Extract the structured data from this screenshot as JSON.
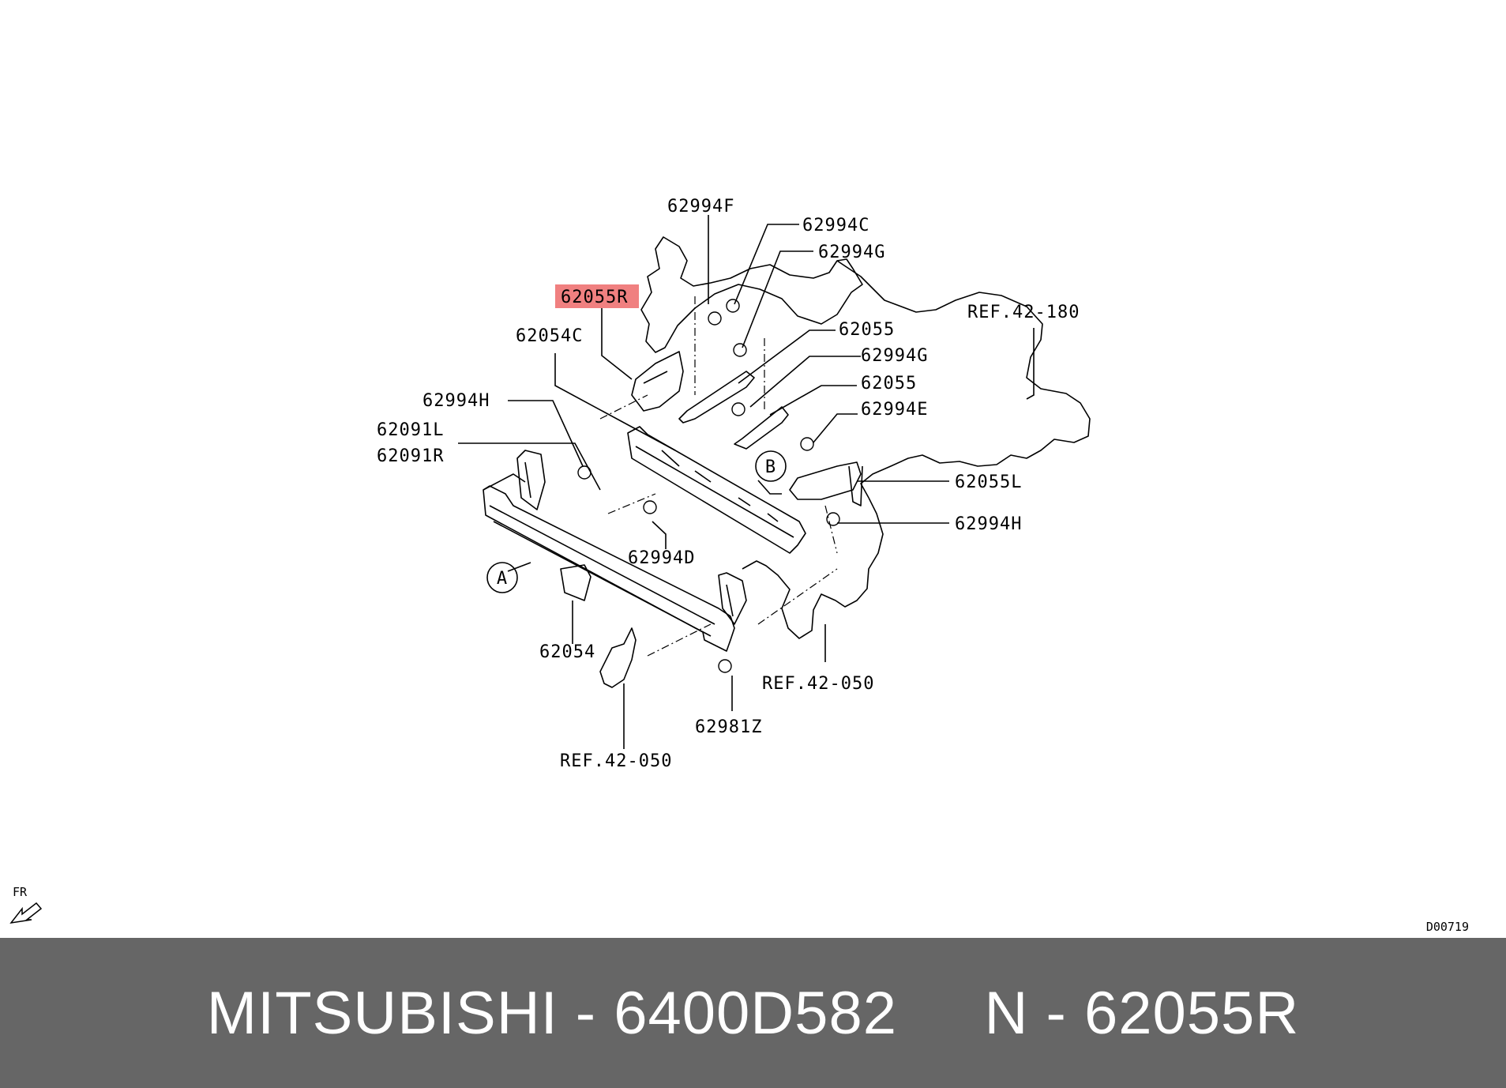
{
  "labels": {
    "p62994F": "62994F",
    "p62994C": "62994C",
    "p62994G_top": "62994G",
    "p62055R": "62055R",
    "ref42_180": "REF.42-180",
    "p62054C": "62054C",
    "p62055_a": "62055",
    "p62994G_mid": "62994G",
    "p62055_b": "62055",
    "p62994H_left": "62994H",
    "p62994E": "62994E",
    "p62091L": "62091L",
    "p62091R": "62091R",
    "p62055L": "62055L",
    "p62994H_right": "62994H",
    "p62994D": "62994D",
    "p62054": "62054",
    "ref42_050_right": "REF.42-050",
    "p62981Z": "62981Z",
    "ref42_050_bottom": "REF.42-050",
    "circle_a": "A",
    "circle_b": "B",
    "fr": "FR",
    "diagram_code": "D00719"
  },
  "highlight_color": "#f08080",
  "footer": {
    "text": "MITSUBISHI - 6400D582     N - 62055R"
  }
}
